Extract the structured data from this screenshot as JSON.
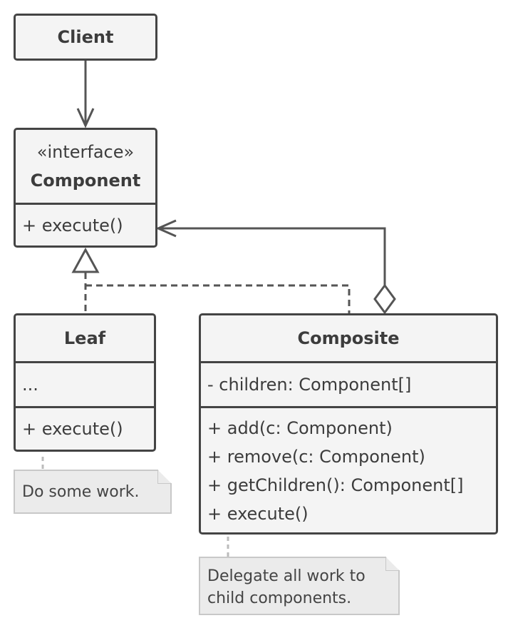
{
  "client": {
    "title": "Client"
  },
  "component": {
    "stereotype": "«interface»",
    "title": "Component",
    "methods": [
      "+ execute()"
    ]
  },
  "leaf": {
    "title": "Leaf",
    "fields": [
      "..."
    ],
    "methods": [
      "+ execute()"
    ]
  },
  "composite": {
    "title": "Composite",
    "fields": [
      "- children: Component[]"
    ],
    "methods": [
      "+ add(c: Component)",
      "+ remove(c: Component)",
      "+ getChildren(): Component[]",
      "+ execute()"
    ]
  },
  "notes": {
    "leaf_note": "Do some work.",
    "composite_note_lines": [
      "Delegate all work to",
      "child components."
    ]
  },
  "colors": {
    "stroke": "#444444",
    "fill": "#f4f4f4",
    "note_fill": "#ebebeb",
    "note_border": "#c8c8c8"
  }
}
